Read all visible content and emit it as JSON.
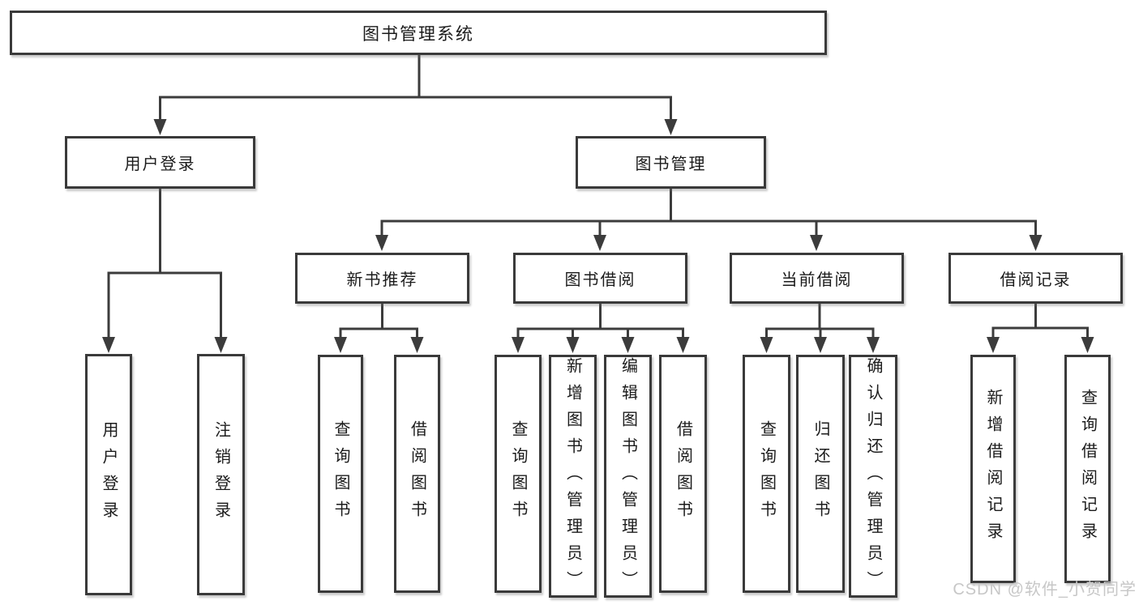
{
  "tree": {
    "root": {
      "label": "图书管理系统"
    },
    "branches": {
      "user_login": {
        "label": "用户登录",
        "children": {
          "login": "用户登录",
          "logout": "注销登录"
        }
      },
      "book_management": {
        "label": "图书管理",
        "sections": {
          "new_book_recommend": {
            "label": "新书推荐",
            "children": {
              "query_book": "查询图书",
              "borrow_book": "借阅图书"
            }
          },
          "book_borrow": {
            "label": "图书借阅",
            "children": {
              "query_book": "查询图书",
              "add_book": "新增图书（管理员）",
              "edit_book": "编辑图书（管理员）",
              "borrow_book": "借阅图书"
            }
          },
          "current_borrow": {
            "label": "当前借阅",
            "children": {
              "query_book": "查询图书",
              "return_book": "归还图书",
              "confirm_return": "确认归还（管理员）"
            }
          },
          "borrow_records": {
            "label": "借阅记录",
            "children": {
              "add_record": "新增借阅记录",
              "query_record": "查询借阅记录"
            }
          }
        }
      }
    }
  },
  "watermark": {
    "text": "CSDN @软件_小贺同学",
    "color": "#c7c7c7"
  },
  "colors": {
    "line": "#3c3c3c",
    "box_border": "#3a3a3a",
    "text": "#1b1b1b",
    "background": "#ffffff"
  }
}
